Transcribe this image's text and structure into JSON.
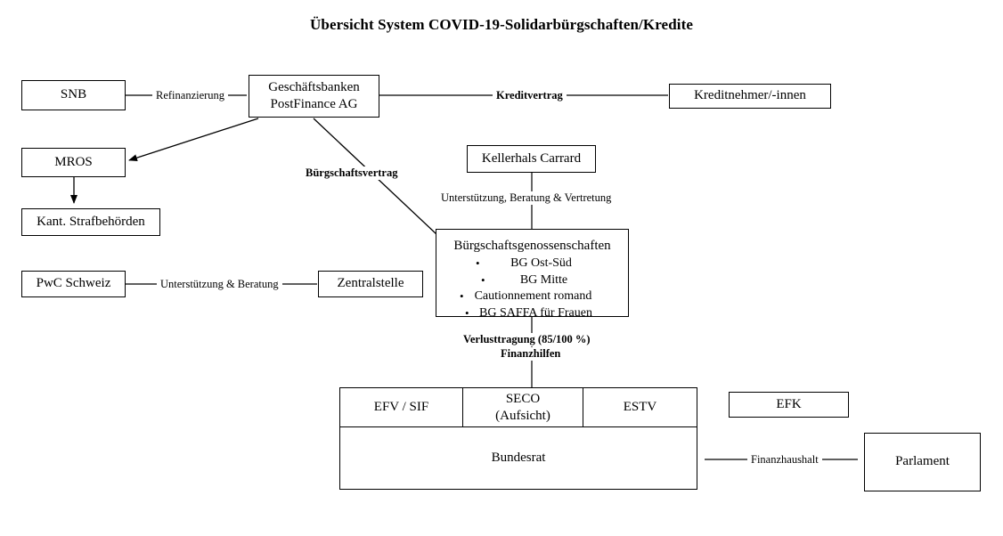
{
  "title": "Übersicht System COVID-19-Solidarbürgschaften/Kredite",
  "nodes": {
    "snb": "SNB",
    "geschaeftsbanken_line1": "Geschäftsbanken",
    "geschaeftsbanken_line2": "PostFinance AG",
    "kreditnehmer": "Kreditnehmer/-innen",
    "mros": "MROS",
    "kant_strafbehoerden": "Kant. Strafbehörden",
    "pwc": "PwC Schweiz",
    "zentralstelle": "Zentralstelle",
    "kellerhals": "Kellerhals Carrard",
    "buergschaftsgenossenschaften": {
      "title": "Bürgschaftsgenossenschaften",
      "items": [
        "BG Ost-Süd",
        "BG Mitte",
        "Cautionnement romand",
        "BG SAFFA für Frauen"
      ]
    },
    "efk": "EFK",
    "parlament": "Parlament"
  },
  "gov_table": {
    "top_cells": [
      {
        "line1": "EFV / SIF",
        "line2": ""
      },
      {
        "line1": "SECO",
        "line2": "(Aufsicht)"
      },
      {
        "line1": "ESTV",
        "line2": ""
      }
    ],
    "bottom_cell": "Bundesrat"
  },
  "edge_labels": {
    "refinanzierung": "Refinanzierung",
    "kreditvertrag": "Kreditvertrag",
    "buergschaftsvertrag": "Bürgschaftsvertrag",
    "unterstuetzung_beratung_vertretung": "Unterstützung, Beratung & Vertretung",
    "unterstuetzung_beratung": "Unterstützung & Beratung",
    "verlusttragung": "Verlusttragung (85/100 %)",
    "finanzhilfen": "Finanzhilfen",
    "finanzhaushalt": "Finanzhaushalt"
  },
  "colors": {
    "stroke": "#000000",
    "background": "#ffffff",
    "text": "#000000"
  }
}
